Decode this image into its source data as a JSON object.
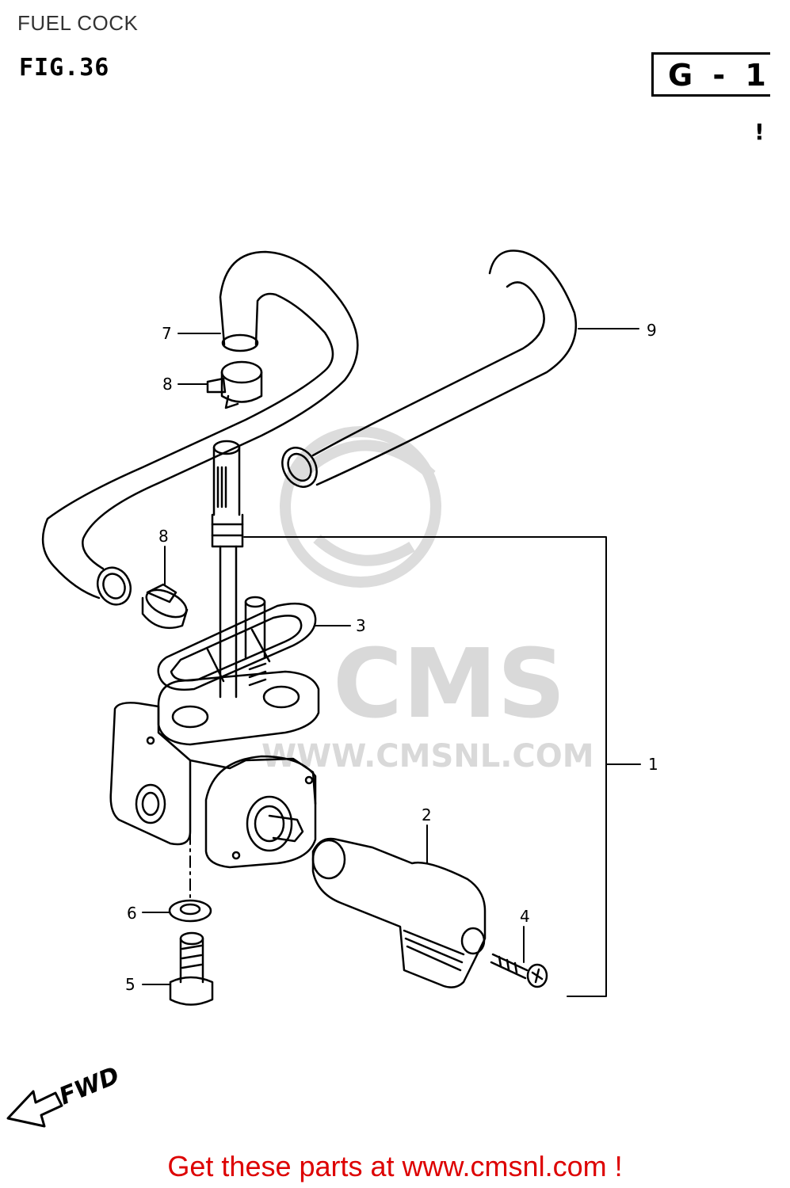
{
  "header": {
    "title": "FUEL COCK",
    "figure": "FIG.36",
    "group_code": "G - 1",
    "corner_mark": "!"
  },
  "callouts": {
    "part1": "1",
    "part2": "2",
    "part3": "3",
    "part4": "4",
    "part5": "5",
    "part6": "6",
    "part7": "7",
    "part8_upper": "8",
    "part8_lower": "8",
    "part9": "9"
  },
  "direction_label": "FWD",
  "watermark": {
    "brand": "CMS",
    "url": "WWW.CMSNL.COM"
  },
  "footer": {
    "link_text": "Get these parts at www.cmsnl.com !"
  },
  "colors": {
    "line": "#000000",
    "watermark": "#d9d9d9",
    "link": "#dd0000"
  }
}
